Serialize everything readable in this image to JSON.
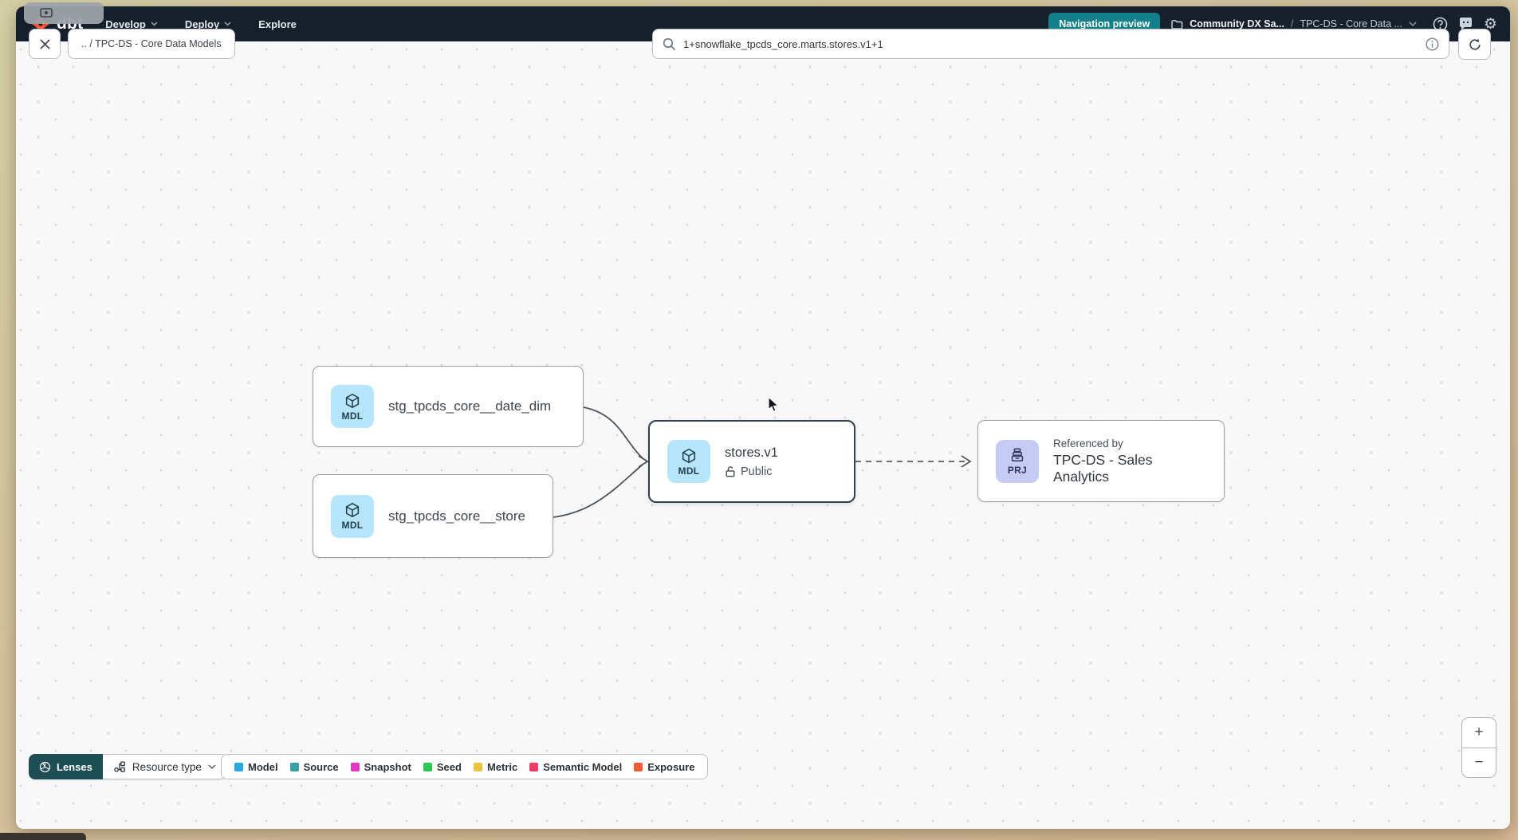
{
  "navbar": {
    "logo_text": "dbt",
    "menus": [
      {
        "label": "Develop"
      },
      {
        "label": "Deploy"
      },
      {
        "label": "Explore"
      }
    ],
    "nav_preview_label": "Navigation preview",
    "breadcrumb": {
      "project": "Community DX Sa...",
      "separator": "/",
      "page": "TPC-DS - Core Data ..."
    }
  },
  "toolbar": {
    "path_chip": ".. / TPC-DS - Core Data Models",
    "search_value": "1+snowflake_tpcds_core.marts.stores.v1+1"
  },
  "graph": {
    "nodes": [
      {
        "badge": "MDL",
        "label": "stg_tpcds_core__date_dim"
      },
      {
        "badge": "MDL",
        "label": "stg_tpcds_core__store"
      },
      {
        "badge": "MDL",
        "label": "stores.v1",
        "access": "Public"
      },
      {
        "badge": "PRJ",
        "sublabel": "Referenced by",
        "label": "TPC-DS - Sales Analytics"
      }
    ]
  },
  "footer": {
    "lenses_label": "Lenses",
    "resource_type_label": "Resource type",
    "legend": [
      {
        "label": "Model",
        "color": "#27a7e0"
      },
      {
        "label": "Source",
        "color": "#38a0a5"
      },
      {
        "label": "Snapshot",
        "color": "#e037c5"
      },
      {
        "label": "Seed",
        "color": "#2bc952"
      },
      {
        "label": "Metric",
        "color": "#eac23d"
      },
      {
        "label": "Semantic Model",
        "color": "#ef3c63"
      },
      {
        "label": "Exposure",
        "color": "#f05a35"
      }
    ]
  },
  "zoom_controls": {
    "zoom_in": "+",
    "zoom_out": "−"
  },
  "colors": {
    "accent_teal": "#12808b",
    "brand_orange": "#ff5436",
    "navbar_bg": "#16202c"
  }
}
